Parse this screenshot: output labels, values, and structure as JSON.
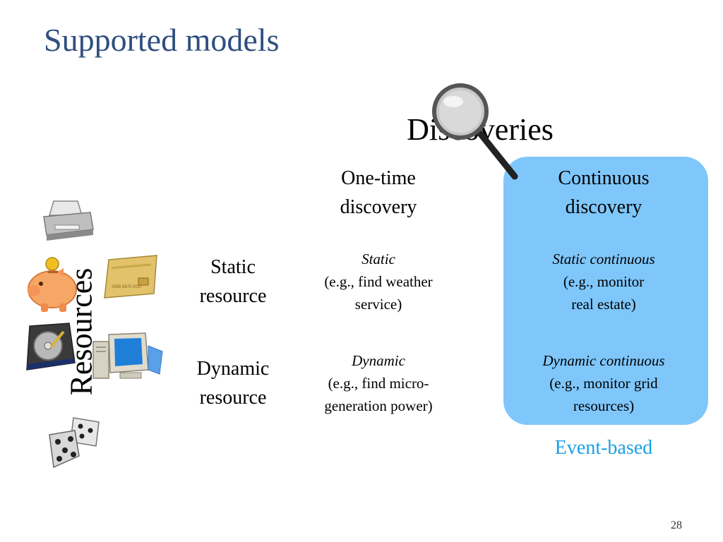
{
  "slide": {
    "title": "Supported models",
    "page_number": "28"
  },
  "discoveries": {
    "heading": "Discoveries",
    "one_time": {
      "line1": "One-time",
      "line2": "discovery"
    },
    "continuous": {
      "line1": "Continuous",
      "line2": "discovery"
    },
    "event_based": "Event-based"
  },
  "resources": {
    "label": "Resources",
    "static": {
      "line1": "Static",
      "line2": "resource"
    },
    "dynamic": {
      "line1": "Dynamic",
      "line2": "resource"
    }
  },
  "cells": {
    "static": {
      "name": "Static",
      "line1": "(e.g., find weather",
      "line2": "service)"
    },
    "dynamic": {
      "name": "Dynamic",
      "line1": "(e.g., find micro-",
      "line2": "generation power)"
    },
    "static_continuous": {
      "name": "Static continuous",
      "line1": "(e.g., monitor",
      "line2": "real estate)"
    },
    "dynamic_continuous": {
      "name": "Dynamic continuous",
      "line1": "(e.g., monitor grid",
      "line2": "resources)"
    }
  },
  "icons": [
    "printer-icon",
    "piggy-bank-icon",
    "credit-card-icon",
    "hard-drive-icon",
    "computer-icon",
    "dice-icon",
    "magnifier-icon"
  ],
  "colors": {
    "title": "#2f4f7f",
    "continuous_box": "#7fc7fb",
    "event_based": "#1aa0e6"
  }
}
